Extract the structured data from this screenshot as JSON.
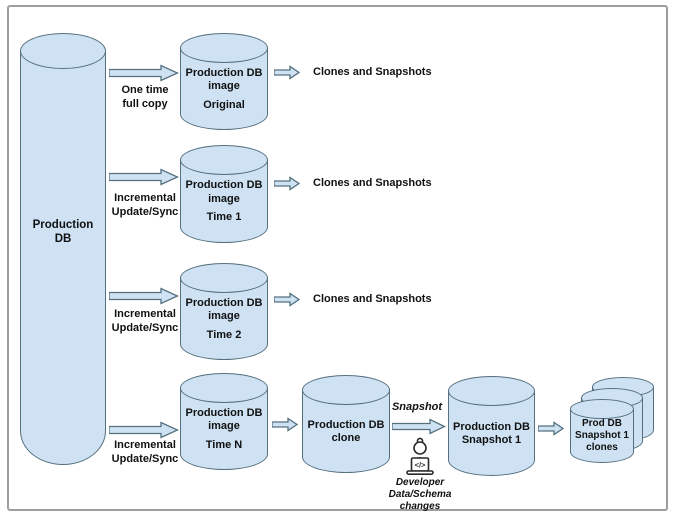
{
  "colors": {
    "cylinder_fill": "#cfe2f3",
    "cylinder_stroke": "#54707f",
    "arrow_fill": "#cfe2f3",
    "arrow_stroke": "#54707f",
    "frame_border": "#9e9e9e",
    "text": "#111111"
  },
  "source_db": {
    "label": "Production\nDB"
  },
  "rows": [
    {
      "arrow_label": "One time\nfull copy",
      "db_title": "Production DB\nimage",
      "db_sub": "Original",
      "output_label": "Clones and Snapshots"
    },
    {
      "arrow_label": "Incremental\nUpdate/Sync",
      "db_title": "Production DB\nimage",
      "db_sub": "Time 1",
      "output_label": "Clones and Snapshots"
    },
    {
      "arrow_label": "Incremental\nUpdate/Sync",
      "db_title": "Production DB\nimage",
      "db_sub": "Time 2",
      "output_label": "Clones and Snapshots"
    },
    {
      "arrow_label": "Incremental\nUpdate/Sync",
      "db_title": "Production DB\nimage",
      "db_sub": "Time N"
    }
  ],
  "clone_flow": {
    "clone_db": "Production DB\nclone",
    "snapshot_arrow_label": "Snapshot",
    "developer_icon_code": "</>",
    "developer_caption": "Developer\nData/Schema\nchanges",
    "snapshot_db": "Production DB\nSnapshot 1",
    "clones_db": "Prod DB\nSnapshot 1\nclones"
  }
}
